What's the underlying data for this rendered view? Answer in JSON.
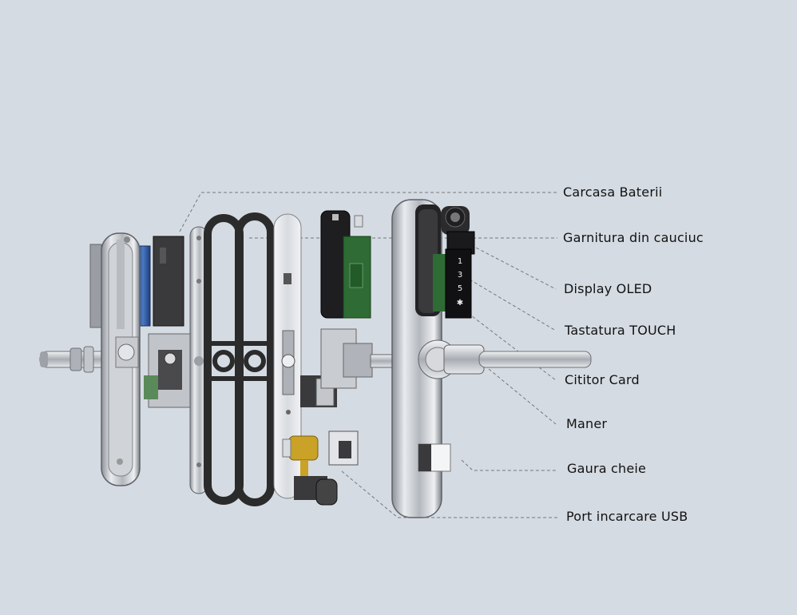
{
  "diagram": {
    "labels": [
      {
        "id": "battery-case",
        "text": "Carcasa Baterii"
      },
      {
        "id": "rubber-gasket",
        "text": "Garnitura din cauciuc"
      },
      {
        "id": "oled-display",
        "text": "Display OLED"
      },
      {
        "id": "touch-keypad",
        "text": "Tastatura TOUCH"
      },
      {
        "id": "card-reader",
        "text": "Cititor Card"
      },
      {
        "id": "handle",
        "text": "Maner"
      },
      {
        "id": "key-hole",
        "text": "Gaura cheie"
      },
      {
        "id": "usb-port",
        "text": "Port incarcare USB"
      }
    ],
    "keypad": [
      "1",
      "3",
      "5",
      "✱"
    ],
    "colors": {
      "background": "#d5dbe3",
      "leader": "#777777",
      "metal": "#c9ccd1",
      "gasket": "#2b2b2b",
      "battery": "#2a5296",
      "pcb": "#2f6b34",
      "brass": "#c9a227"
    }
  }
}
